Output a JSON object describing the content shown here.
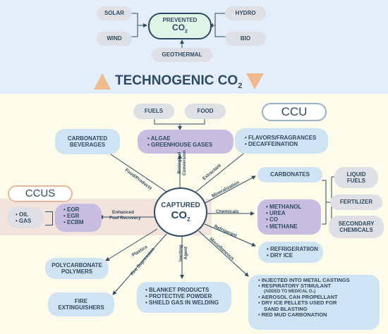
{
  "prevented": {
    "title": "PREVENTED",
    "co2": "CO",
    "sub2": "2",
    "sources_left": [
      "SOLAR",
      "WIND"
    ],
    "sources_right": [
      "HYDRO",
      "BIO"
    ],
    "source_bottom": "GEOTHERMAL"
  },
  "banner": {
    "title": "TECHNOGENIC CO",
    "sub2": "2"
  },
  "ccu": {
    "label": "CCU"
  },
  "ccus": {
    "label": "CCUS"
  },
  "center": {
    "title": "CAPTURED",
    "co2": "CO",
    "sub2": "2"
  },
  "fuels": "FUELS",
  "food": "FOOD",
  "algae_box": [
    "• ALGAE",
    "• GREENHOUSE GASES"
  ],
  "carbonated": [
    "CARBONATED",
    "BEVERAGES"
  ],
  "flavors_box": [
    "• FLAVORS/FRAGRANCES",
    "• DECAFFEINATION"
  ],
  "carbonates": "CARBONATES",
  "liquid_fuels": [
    "LIQUID",
    "FUELS"
  ],
  "fertilizer": "FERTILIZER",
  "secondary": [
    "SECONDARY",
    "CHEMICALS"
  ],
  "chem_box": [
    "• METHANOL",
    "• UREA",
    "• CO",
    "• METHANE"
  ],
  "oil_gas": [
    "• OIL",
    "• GAS"
  ],
  "eor_box": [
    "• EOR",
    "• EGR",
    "• ECBM"
  ],
  "refrig_box": [
    "• REFRIGERATIION",
    "• DRY ICE"
  ],
  "polycarbonate": [
    "POLYCARBONATE",
    "POLYMERS"
  ],
  "fire_ext": [
    "FIRE",
    "EXTINGUISHERS"
  ],
  "blanket_box": [
    "• BLANKET PRODUCTS",
    "• PROTECTIVE POWDER",
    "• SHIELD GAS IN WELDING"
  ],
  "misc_box": {
    "items": [
      "• INJECTED INTO METAL CASTINGS",
      "• RESPIRATORY STIMULANT"
    ],
    "note": "(ADDED TO MEDICAL O₂)",
    "items2": [
      "• AEROSOL CAN PROPELLANT",
      "• DRY ICE PELLETS USED FOR",
      "SAND BLASTING",
      "• RED MUD CARBONATION"
    ]
  },
  "edge_labels": {
    "food_products": "Food/Products",
    "bio_conv": [
      "Biological",
      "Conversion"
    ],
    "extractant": "Extractant",
    "mineralization": "Mineralization",
    "chemicals": "Chemicals",
    "refrigerant": "Refrigerant",
    "miscellaneous": "Miscellaneous",
    "inerting_agent": [
      "Inerting",
      "Agent"
    ],
    "fire_supression": "Fire Supression",
    "plastics": "Plastics",
    "enhanced": [
      "Enhanced",
      "Fuel Recovery"
    ]
  },
  "colors": {
    "navy": "#2f4a63",
    "gray": "#dfe0e6",
    "blue": "#cfe3f3",
    "purple": "#c7bde0",
    "prevented_fill": "#dff3e6",
    "ccu_border": "#9ab0c8",
    "ccus_border": "#e7b99a",
    "triangle": "#f0b98f"
  }
}
